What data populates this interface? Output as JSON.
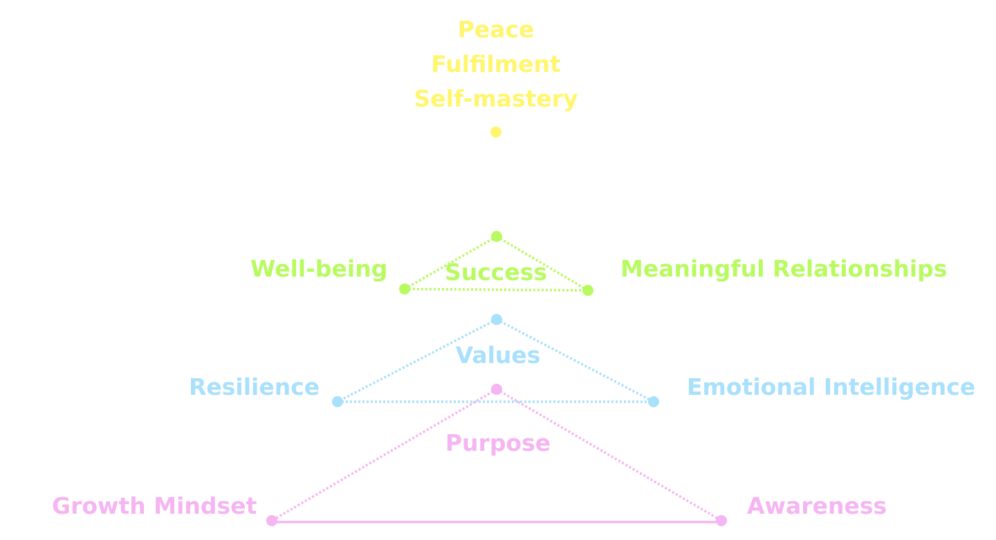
{
  "colors": {
    "yellow": "#fff66e",
    "green": "#b8fb60",
    "blue": "#a9e0fb",
    "pink": "#f5b5f2"
  },
  "apex": {
    "lines": [
      "Peace",
      "Fulfilment",
      "Self-mastery"
    ]
  },
  "tiers": {
    "success": {
      "center": "Success",
      "left": "Well-being",
      "right": "Meaningful Relationships"
    },
    "values": {
      "center": "Values",
      "left": "Resilience",
      "right": "Emotional Intelligence"
    },
    "purpose": {
      "center": "Purpose",
      "left": "Growth Mindset",
      "right": "Awareness"
    }
  }
}
